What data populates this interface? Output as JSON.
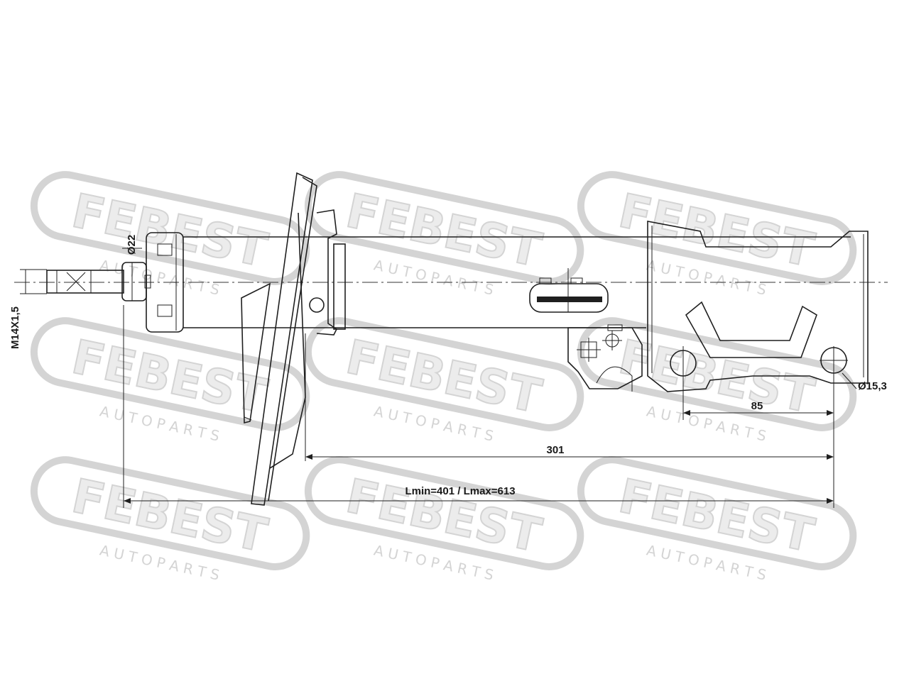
{
  "watermark": {
    "brand": "FEBEST",
    "tagline": "A U T O   P A R T S",
    "fill_color": "#ececec",
    "stroke_color": "#d4d4d4"
  },
  "dimensions": {
    "thread": "M14X1,5",
    "rod_diameter": "Ø22",
    "hole_diameter": "Ø15,3",
    "hole_spacing": "85",
    "bracket_length": "301",
    "overall_length": "Lmin=401 / Lmax=613"
  },
  "colors": {
    "line": "#1f1f1f",
    "background": "#ffffff"
  }
}
